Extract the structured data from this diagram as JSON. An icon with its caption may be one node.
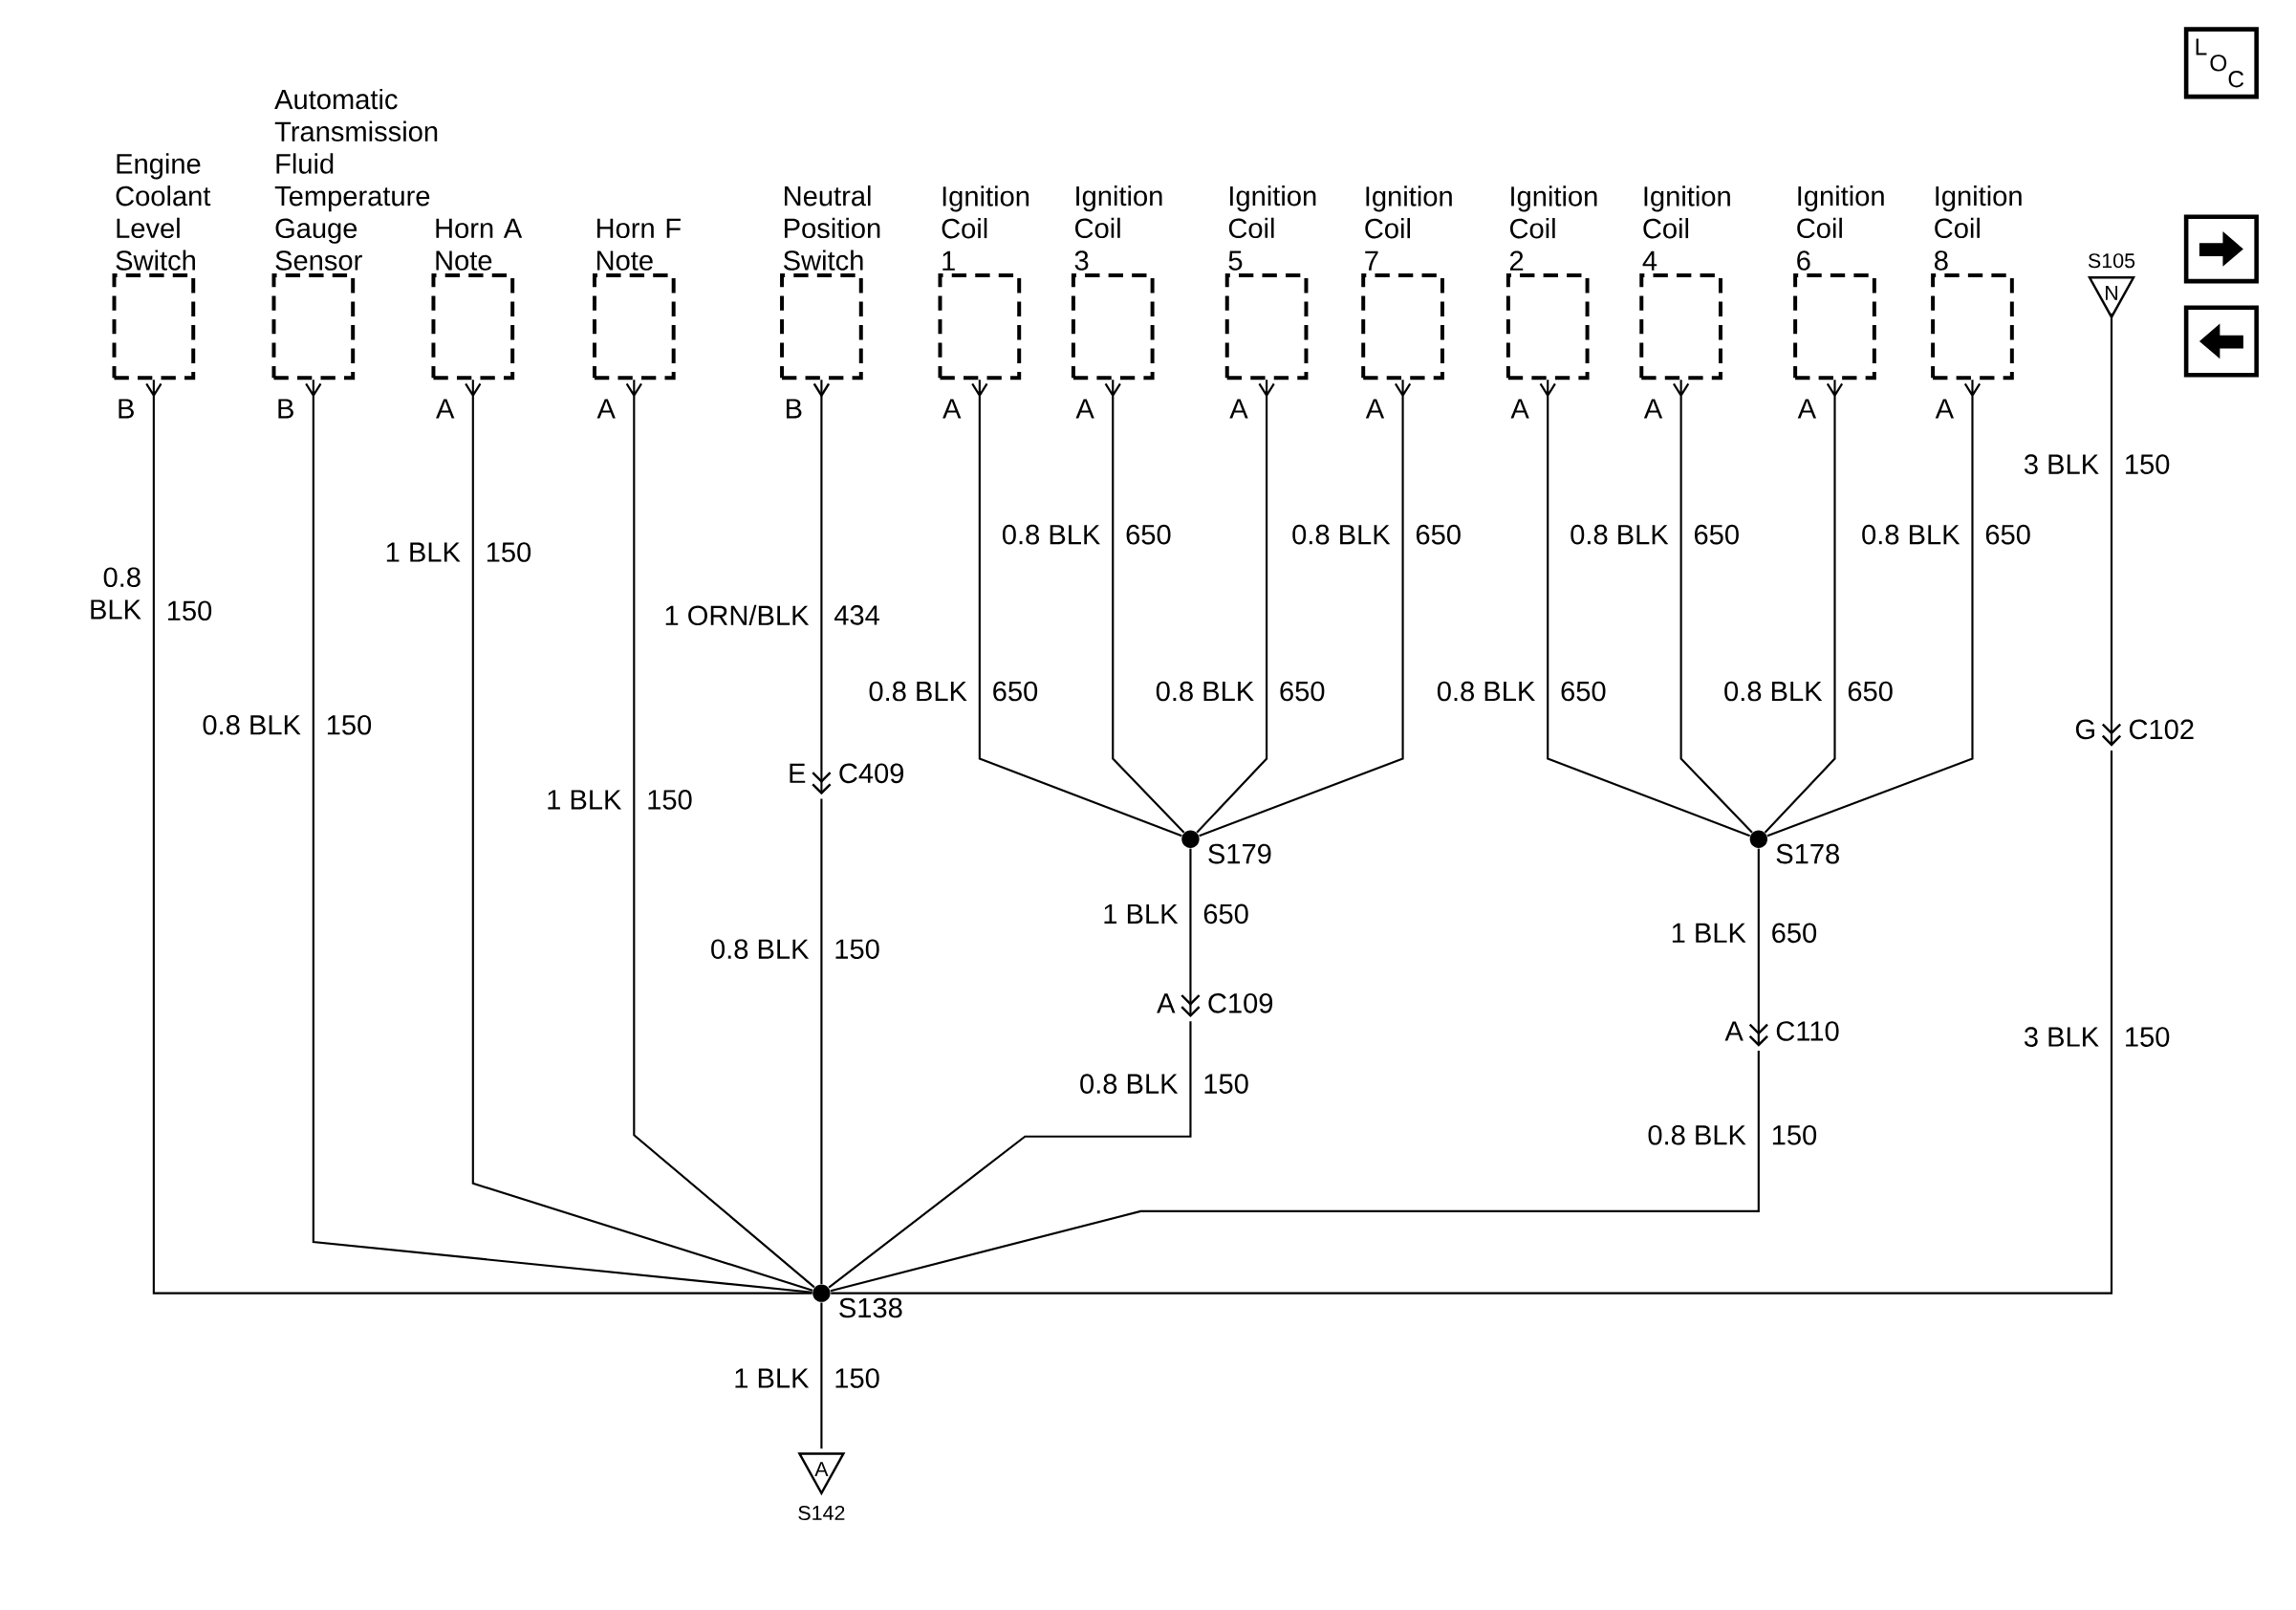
{
  "diagram": {
    "nodes": [
      {
        "text": [
          "Engine Coolant Level Switch"
        ],
        "beside": [
          "B"
        ]
      },
      {
        "text": [
          "Automatic Transmission Fluid Temperature Gauge Sensor"
        ],
        "beside": [
          "B"
        ]
      },
      {
        "text": [
          "Horn A Note"
        ],
        "beside": [
          "A"
        ]
      },
      {
        "text": [
          "Horn F Note"
        ],
        "beside": [
          "A"
        ]
      },
      {
        "text": [
          "Neutral Position Switch"
        ],
        "beside": [
          "B"
        ]
      },
      {
        "text": [
          "Ignition Coil 1"
        ],
        "beside": [
          "A"
        ]
      },
      {
        "text": [
          "Ignition Coil 3"
        ],
        "beside": [
          "A"
        ]
      },
      {
        "text": [
          "Ignition Coil 5"
        ],
        "beside": [
          "A"
        ]
      },
      {
        "text": [
          "Ignition Coil 7"
        ],
        "beside": [
          "A"
        ]
      },
      {
        "text": [
          "Ignition Coil 2"
        ],
        "beside": [
          "A"
        ]
      },
      {
        "text": [
          "Ignition Coil 4"
        ],
        "beside": [
          "A"
        ]
      },
      {
        "text": [
          "Ignition Coil 6"
        ],
        "beside": [
          "A"
        ]
      },
      {
        "text": [
          "Ignition Coil 8"
        ],
        "beside": [
          "A"
        ]
      },
      {
        "text": [
          "N"
        ],
        "beside": [
          "S105"
        ]
      },
      {
        "text": [],
        "shape": "circle",
        "beside": [
          "S179"
        ]
      },
      {
        "text": [],
        "shape": "circle",
        "beside": [
          "S178"
        ]
      },
      {
        "text": [],
        "shape": "circle",
        "beside": [
          "S138"
        ]
      },
      {
        "text": [
          "A"
        ],
        "beside": [
          "S142"
        ]
      },
      {
        "text": [
          "C409"
        ],
        "beside": [
          "E"
        ]
      },
      {
        "text": [
          "C109"
        ],
        "beside": [
          "A"
        ]
      },
      {
        "text": [
          "C110"
        ],
        "beside": [
          "A"
        ]
      },
      {
        "text": [
          "C102"
        ],
        "beside": [
          "G"
        ]
      }
    ],
    "edges": [
      {
        "from": 0,
        "to": 16,
        "arrow": "other",
        "label": "0.8 BLK"
      },
      {
        "from": 1,
        "to": 16,
        "arrow": "other",
        "label": "0.8 BLK"
      },
      {
        "from": 2,
        "to": 16,
        "arrow": "other",
        "label": "1 BLK"
      },
      {
        "from": 3,
        "to": 16,
        "arrow": "other",
        "label": "1 BLK"
      },
      {
        "from": 4,
        "to": 18,
        "arrow": "to",
        "label": "1 ORN/BLK"
      },
      {
        "from": 18,
        "to": 16,
        "arrow": "none",
        "label": "0.8 BLK"
      },
      {
        "from": 5,
        "to": 14,
        "arrow": "other",
        "label": "0.8 BLK"
      },
      {
        "from": 6,
        "to": 14,
        "arrow": "other",
        "label": "0.8 BLK"
      },
      {
        "from": 7,
        "to": 14,
        "arrow": "other",
        "label": "0.8 BLK"
      },
      {
        "from": 8,
        "to": 14,
        "arrow": "other",
        "label": "0.8 BLK"
      },
      {
        "from": 9,
        "to": 15,
        "arrow": "other",
        "label": "0.8 BLK"
      },
      {
        "from": 10,
        "to": 15,
        "arrow": "other",
        "label": "0.8 BLK"
      },
      {
        "from": 11,
        "to": 15,
        "arrow": "other",
        "label": "0.8 BLK"
      },
      {
        "from": 12,
        "to": 15,
        "arrow": "other",
        "label": "0.8 BLK"
      },
      {
        "from": 14,
        "to": 19,
        "arrow": "to",
        "label": "1 BLK"
      },
      {
        "from": 19,
        "to": 16,
        "arrow": "none",
        "label": "0.8 BLK"
      },
      {
        "from": 15,
        "to": 20,
        "arrow": "to",
        "label": "1 BLK"
      },
      {
        "from": 20,
        "to": 16,
        "arrow": "none",
        "label": "0.8 BLK"
      },
      {
        "from": 13,
        "to": 21,
        "arrow": "to",
        "label": "3 BLK"
      },
      {
        "from": 21,
        "to": 16,
        "arrow": "none",
        "label": "3 BLK"
      },
      {
        "from": 16,
        "to": 17,
        "arrow": "none",
        "label": "1 BLK"
      }
    ],
    "labels": [
      "L",
      "O",
      "C",
      "150",
      "150",
      "150",
      "150",
      "434",
      "150",
      "650",
      "650",
      "650",
      "650",
      "650",
      "650",
      "650",
      "650",
      "650",
      "150",
      "650",
      "150",
      "150",
      "150",
      "150"
    ]
  }
}
